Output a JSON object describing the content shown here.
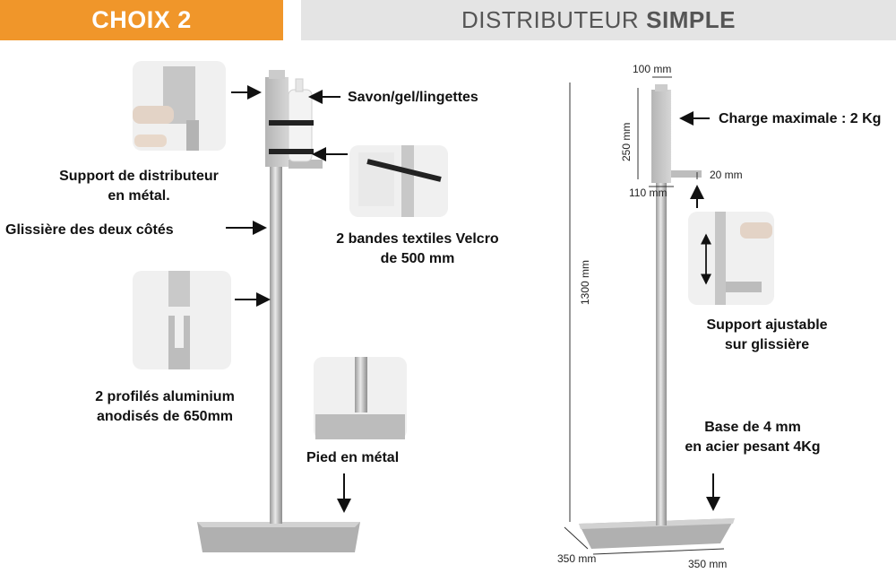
{
  "header": {
    "choice_label": "CHOIX 2",
    "title_regular": "DISTRIBUTEUR",
    "title_bold": "SIMPLE",
    "choice_color": "#f0962a",
    "title_bg": "#e4e4e4"
  },
  "left_labels": {
    "support_line1": "Support de distributeur",
    "support_line2": "en métal.",
    "glissiere": "Glissière des deux côtés",
    "savon": "Savon/gel/lingettes",
    "velcro_line1": "2 bandes textiles Velcro",
    "velcro_line2": "de 500 mm",
    "profiles_line1": "2 profilés aluminium",
    "profiles_line2": "anodisés de 650mm",
    "pied": "Pied en métal"
  },
  "right_labels": {
    "charge": "Charge maximale : 2 Kg",
    "support_line1": "Support ajustable",
    "support_line2": "sur glissière",
    "base_line1": "Base de 4 mm",
    "base_line2": "en acier pesant 4Kg"
  },
  "dimensions": {
    "top_width": "100 mm",
    "height_250": "250 mm",
    "depth_20": "20 mm",
    "width_110": "110 mm",
    "height_total": "1300 mm",
    "base_depth": "350 mm",
    "base_width": "350 mm"
  }
}
